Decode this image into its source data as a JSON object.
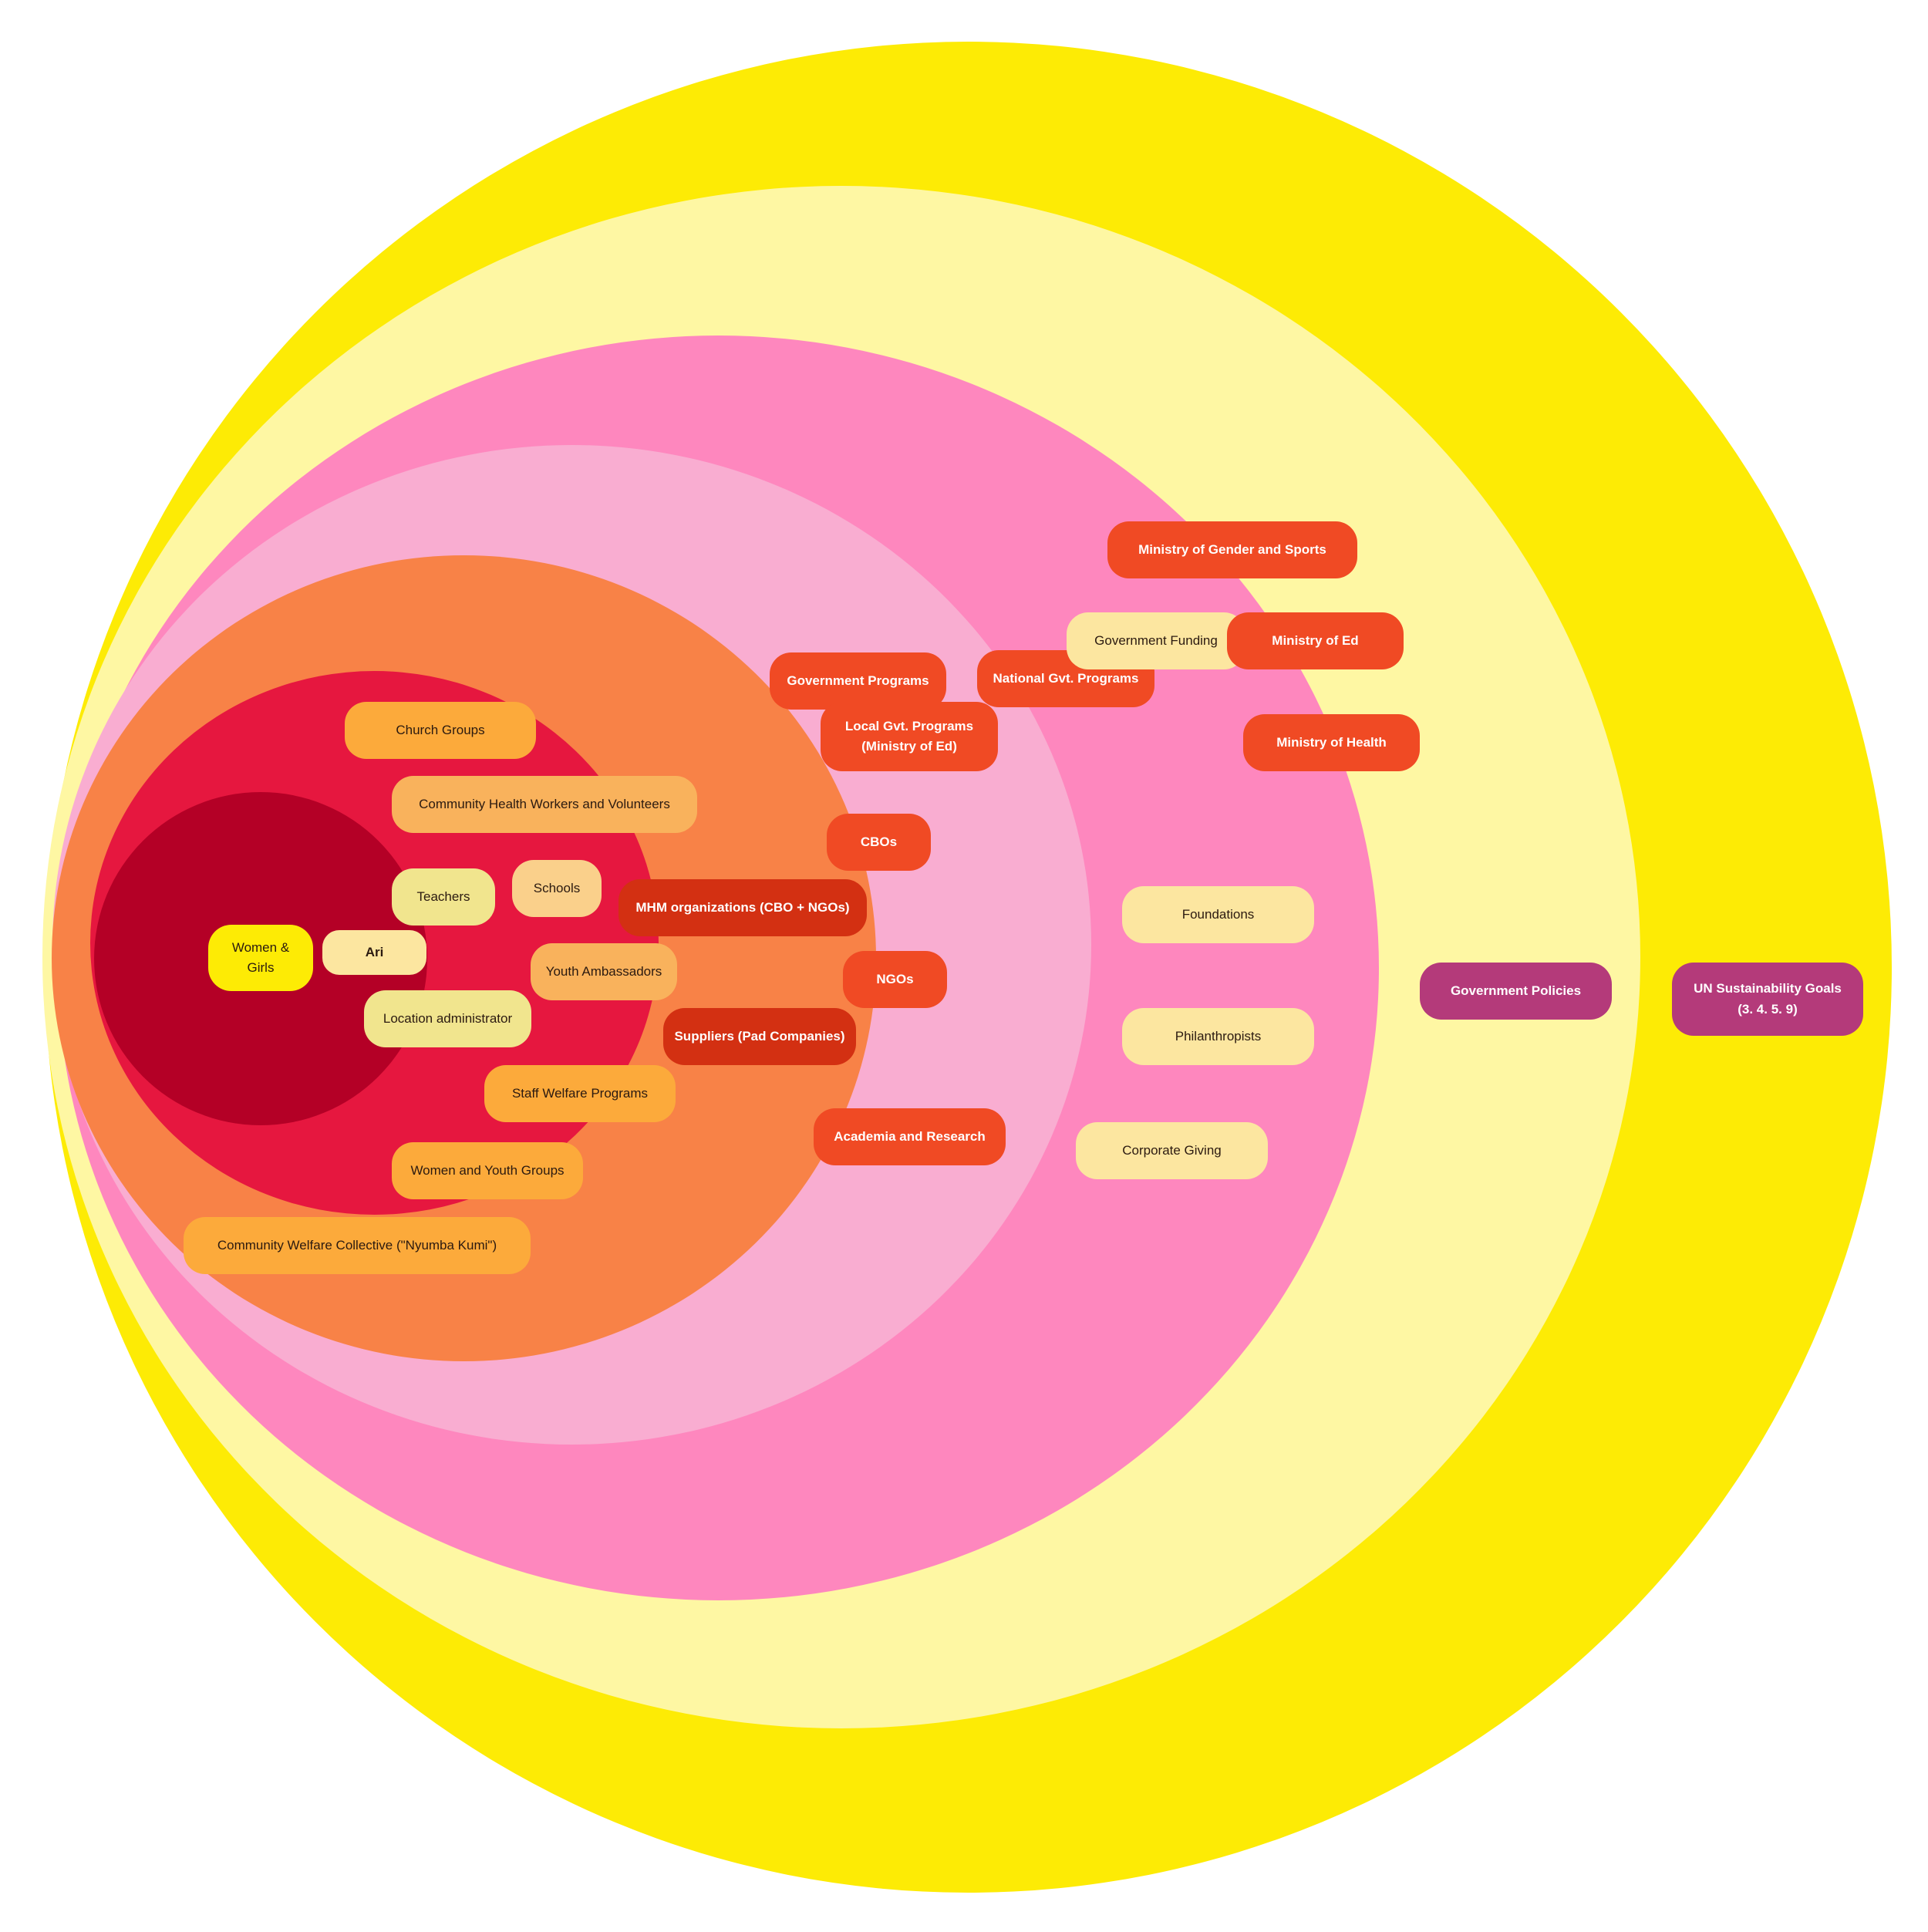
{
  "colors": {
    "ring_outer": "#FDEB05",
    "ring_2": "#FEF7A3",
    "ring_3": "#FE87BE",
    "ring_4": "#F9ADD1",
    "ring_5": "#F88247",
    "ring_6": "#E6173F",
    "ring_inner": "#B40026"
  },
  "nodes": {
    "women_girls": "Women &\nGirls",
    "ari": "Ari",
    "church_groups": "Church Groups",
    "chw": "Community Health Workers and Volunteers",
    "teachers": "Teachers",
    "schools": "Schools",
    "youth_ambassadors": "Youth Ambassadors",
    "location_admin": "Location administrator",
    "staff_welfare": "Staff Welfare Programs",
    "women_youth_groups": "Women and Youth Groups",
    "nyumba_kumi": "Community Welfare Collective (\"Nyumba Kumi\")",
    "mhm_orgs": "MHM organizations (CBO + NGOs)",
    "suppliers": "Suppliers (Pad Companies)",
    "cbos": "CBOs",
    "ngos": "NGOs",
    "academia": "Academia and Research",
    "gov_programs": "Government Programs",
    "local_gvt": "Local  Gvt. Programs\n(Ministry of Ed)",
    "national_gvt": "National Gvt. Programs",
    "gov_funding": "Government Funding",
    "min_gender_sports": "Ministry of Gender and Sports",
    "min_ed": "Ministry of Ed",
    "min_health": "Ministry of Health",
    "foundations": "Foundations",
    "philanthropists": "Philanthropists",
    "corporate_giving": "Corporate Giving",
    "gov_policies": "Government Policies",
    "un_goals": "UN Sustainability Goals\n(3. 4. 5. 9)"
  }
}
